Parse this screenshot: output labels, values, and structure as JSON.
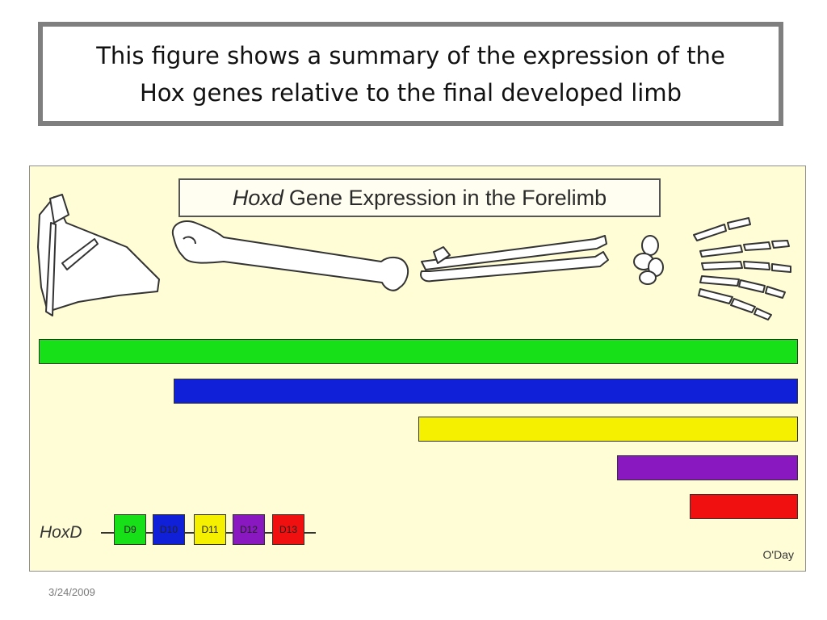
{
  "slide": {
    "title_line1": "This figure shows a summary of the expression of the",
    "title_line2": "Hox genes relative to the final developed limb",
    "date": "3/24/2009"
  },
  "figure": {
    "title_italic": "Hoxd",
    "title_rest": "Gene Expression in the Forelimb",
    "legend_label": "HoxD",
    "credit": "O'Day",
    "genes": [
      {
        "label": "D9",
        "color": "#18e018"
      },
      {
        "label": "D10",
        "color": "#1020d8"
      },
      {
        "label": "D11",
        "color": "#f4f000"
      },
      {
        "label": "D12",
        "color": "#8a18c0"
      },
      {
        "label": "D13",
        "color": "#f01010"
      }
    ],
    "bones": [
      "scapula",
      "humerus",
      "radius-ulna",
      "carpals",
      "digits"
    ]
  }
}
